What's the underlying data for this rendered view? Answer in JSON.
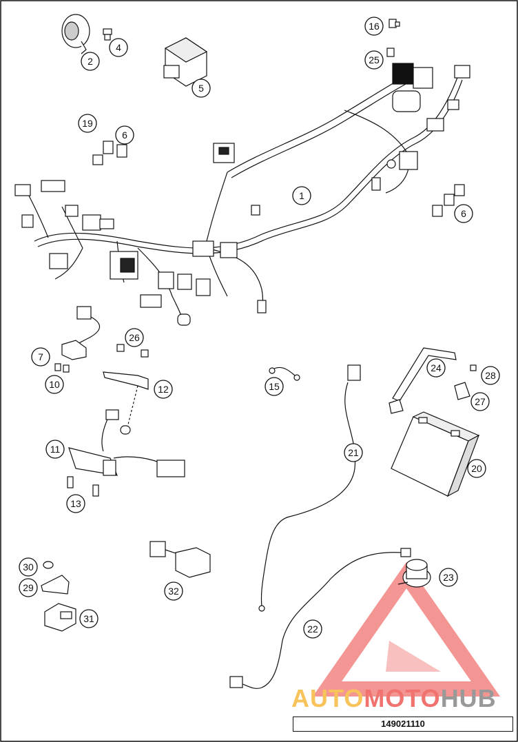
{
  "callouts": [
    {
      "id": "c1",
      "label": "1"
    },
    {
      "id": "c2",
      "label": "2"
    },
    {
      "id": "c4",
      "label": "4"
    },
    {
      "id": "c5",
      "label": "5"
    },
    {
      "id": "c6a",
      "label": "6"
    },
    {
      "id": "c6b",
      "label": "6"
    },
    {
      "id": "c7",
      "label": "7"
    },
    {
      "id": "c10",
      "label": "10"
    },
    {
      "id": "c11",
      "label": "11"
    },
    {
      "id": "c12",
      "label": "12"
    },
    {
      "id": "c13",
      "label": "13"
    },
    {
      "id": "c15",
      "label": "15"
    },
    {
      "id": "c16",
      "label": "16"
    },
    {
      "id": "c19",
      "label": "19"
    },
    {
      "id": "c20",
      "label": "20"
    },
    {
      "id": "c21",
      "label": "21"
    },
    {
      "id": "c22",
      "label": "22"
    },
    {
      "id": "c23",
      "label": "23"
    },
    {
      "id": "c24",
      "label": "24"
    },
    {
      "id": "c25",
      "label": "25"
    },
    {
      "id": "c26",
      "label": "26"
    },
    {
      "id": "c27",
      "label": "27"
    },
    {
      "id": "c28",
      "label": "28"
    },
    {
      "id": "c29",
      "label": "29"
    },
    {
      "id": "c30",
      "label": "30"
    },
    {
      "id": "c31",
      "label": "31"
    },
    {
      "id": "c32",
      "label": "32"
    }
  ],
  "watermark": {
    "part1": "AUTO",
    "part2": "MOTO",
    "part3": "HUB"
  },
  "part_number": "149021110",
  "colors": {
    "line": "#111111",
    "watermark_red": "#f0736f",
    "watermark_yellow": "#f7c35a",
    "watermark_gray": "#999999"
  }
}
